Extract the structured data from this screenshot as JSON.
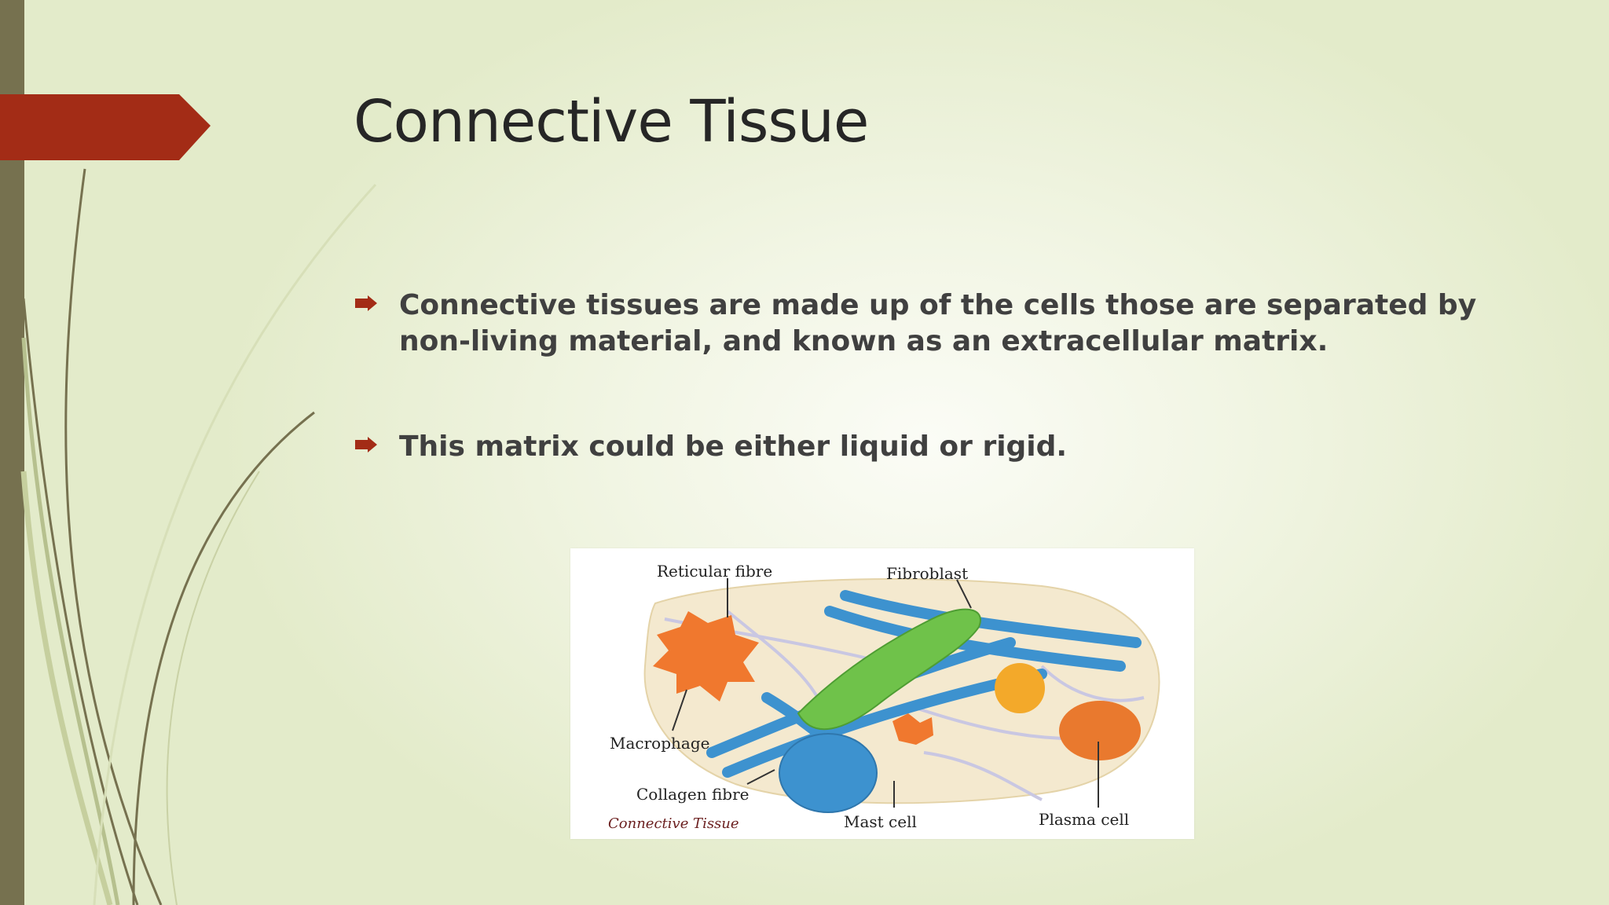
{
  "slide": {
    "title": "Connective Tissue",
    "bullets": [
      "Connective tissues are made up of the cells those are separated by non-living material, and known as an extracellular matrix.",
      "This matrix could be either liquid or rigid."
    ],
    "figure": {
      "labels": {
        "reticular_fibre": "Reticular fibre",
        "fibroblast": "Fibroblast",
        "macrophage": "Macrophage",
        "collagen_fibre": "Collagen fibre",
        "mast_cell": "Mast cell",
        "plasma_cell": "Plasma cell"
      },
      "caption": "Connective Tissue"
    }
  },
  "colors": {
    "accent": "#a32c16",
    "side_bar": "#76714f",
    "title_text": "#262626",
    "body_text": "#404040"
  },
  "icons": {
    "bullet": "arrow-right-icon"
  }
}
